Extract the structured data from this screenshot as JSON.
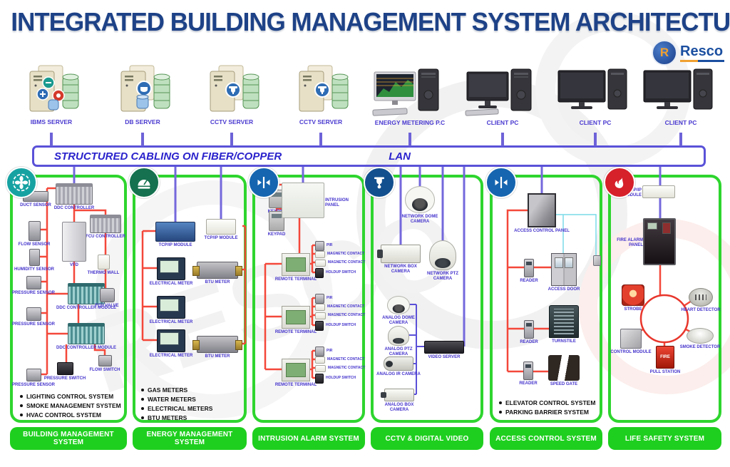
{
  "title": "INTEGRATED BUILDING MANAGEMENT SYSTEM ARCHITECTURE",
  "logo": {
    "brand": "Resco"
  },
  "backbone": {
    "left": "STRUCTURED CABLING ON FIBER/COPPER",
    "right": "LAN"
  },
  "colors": {
    "accent_green": "#2ed52e",
    "footer_green": "#1fcf1f",
    "line_red": "#f4483a",
    "line_purple": "#6e62d8",
    "line_cyan": "#7adbe8",
    "label_blue": "#4433cc",
    "title_blue": "#1e4287"
  },
  "top_devices": [
    {
      "label": "IBMS SERVER",
      "type": "server"
    },
    {
      "label": "DB SERVER",
      "type": "server"
    },
    {
      "label": "CCTV SERVER",
      "type": "server"
    },
    {
      "label": "CCTV SERVER",
      "type": "server"
    },
    {
      "label": "ENERGY METERING P.C",
      "type": "workstation"
    },
    {
      "label": "CLIENT PC",
      "type": "workstation"
    },
    {
      "label": "CLIENT PC",
      "type": "workstation"
    },
    {
      "label": "CLIENT PC",
      "type": "workstation"
    }
  ],
  "panels": [
    {
      "name": "BUILDING MANAGEMENT SYSTEM",
      "icon": "fan-icon",
      "devices": [
        "DUCT SENSOR",
        "DDC CONTROLLER",
        "FLOW SENSOR",
        "FCU CONTROLLER",
        "VFD",
        "HUMIDITY SENSOR",
        "THERMO WALL",
        "PRESSURE SENSOR",
        "DDC CONTROLLER MODULE",
        "FCU VALVE",
        "PRESSURE SENSOR",
        "DDC CONTROLLER MODULE",
        "FLOW SWITCH",
        "PRESSURE SWITCH",
        "PRESSURE SENSOR"
      ],
      "bullets": [
        "LIGHTING CONTROL SYSTEM",
        "SMOKE MANAGEMENT SYSTEM",
        "HVAC CONTROL SYSTEM"
      ]
    },
    {
      "name": "ENERGY MANAGEMENT SYSTEM",
      "icon": "meter-icon",
      "devices": [
        "TCP/IP MODULE",
        "TCP/IP MODULE",
        "ELECTRICAL METER",
        "BTU METER",
        "ELECTRICAL METER",
        "ELECTRICAL METER",
        "BTU METER"
      ],
      "bullets": [
        "GAS METERS",
        "WATER METERS",
        "ELECTRICAL METERS",
        "BTU METERS"
      ]
    },
    {
      "name": "INTRUSION ALARM SYSTEM",
      "icon": "intrusion-icon",
      "devices": [
        "KEYPAD",
        "KEYPAD",
        "INTRUSION PANEL",
        "REMOTE TERMINAL",
        "PIR",
        "MAGNETIC CONTACT",
        "MAGNETIC CONTACT",
        "HOLDUP SWITCH",
        "REMOTE TERMINAL",
        "PIR",
        "MAGNETIC CONTACT",
        "MAGNETIC CONTACT",
        "HOLDUP SWITCH",
        "REMOTE TERMINAL",
        "PIR",
        "MAGNETIC CONTACT",
        "MAGNETIC CONTACT",
        "HOLDUP SWITCH"
      ],
      "bullets": []
    },
    {
      "name": "CCTV & DIGITAL VIDEO",
      "icon": "cctv-icon",
      "devices": [
        "NETWORK DOME CAMERA",
        "NETWORK BOX CAMERA",
        "NETWORK PTZ CAMERA",
        "ANALOG DOME CAMERA",
        "ANALOG PTZ CAMERA",
        "ANALOG IR CAMERA",
        "ANALOG BOX CAMERA",
        "VIDEO SERVER"
      ],
      "bullets": []
    },
    {
      "name": "ACCESS CONTROL SYSTEM",
      "icon": "access-icon",
      "devices": [
        "ACCESS CONTROL PANEL",
        "READER",
        "ACCESS DOOR",
        "READER",
        "TURNSTILE",
        "READER",
        "SPEED GATE"
      ],
      "bullets": [
        "ELEVATOR CONTROL SYSTEM",
        "PARKING BARRIER SYSTEM"
      ]
    },
    {
      "name": "LIFE SAFETY SYSTEM",
      "icon": "fire-icon",
      "devices": [
        "TCP/IP MODULE",
        "FIRE ALARM PANEL",
        "STROBE",
        "HEART DETECTOR",
        "CONTROL MODULE",
        "SMOKE DETECTOR",
        "PULL STATION"
      ],
      "bullets": [],
      "pull_station_text": "FIRE"
    }
  ]
}
